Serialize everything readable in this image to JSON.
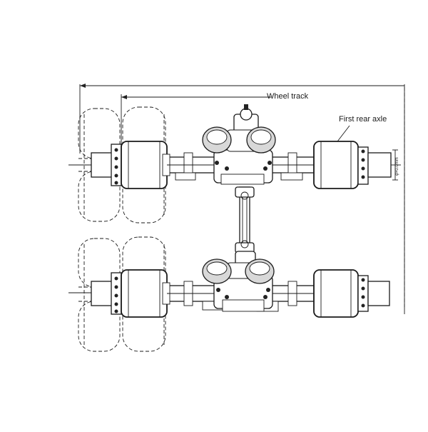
{
  "labels": {
    "wheel_track": "Wheel track",
    "first_rear_axle": "First rear axle",
    "hub_dimension": "φ×0.0mm"
  },
  "colors": {
    "line": "#1a1a1a",
    "background": "#ffffff",
    "shade": "#d8d8d8"
  }
}
